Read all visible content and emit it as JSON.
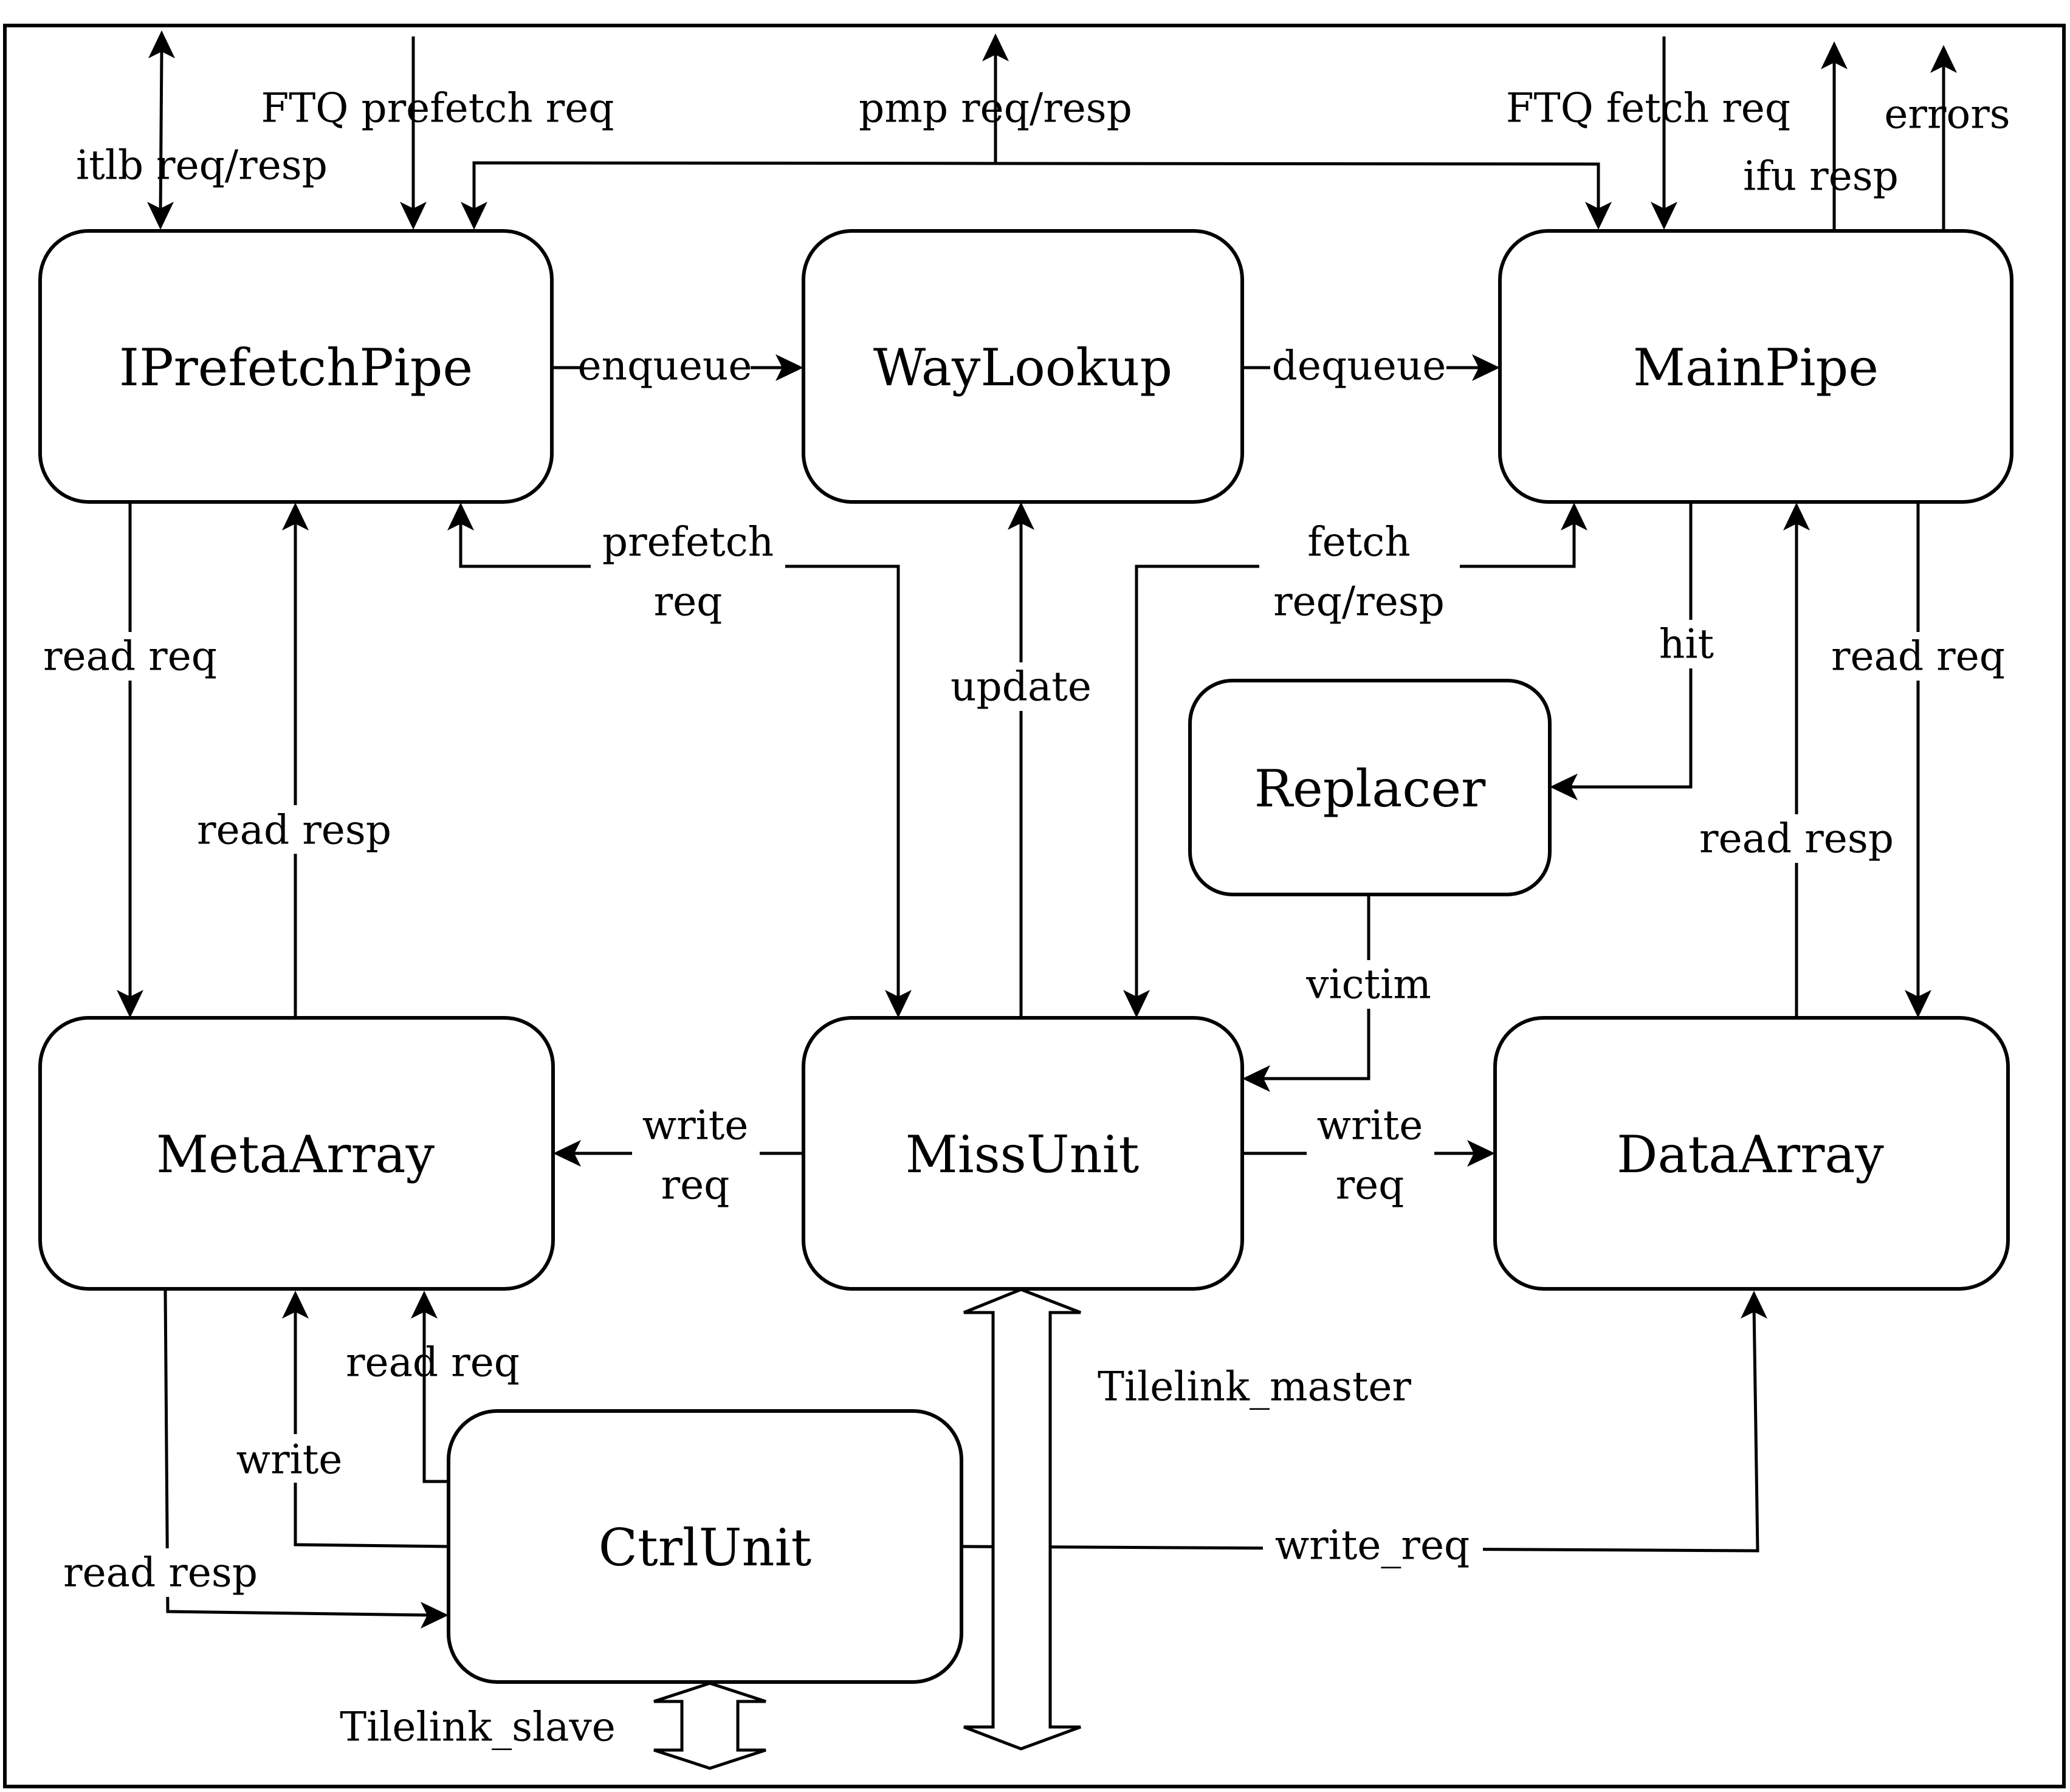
{
  "colors": {
    "stroke": "#000000",
    "background": "#ffffff"
  },
  "blocks": {
    "iprefetch": "IPrefetchPipe",
    "waylookup": "WayLookup",
    "mainpipe": "MainPipe",
    "replacer": "Replacer",
    "metaarray": "MetaArray",
    "missunit": "MissUnit",
    "dataarray": "DataArray",
    "ctrlunit": "CtrlUnit"
  },
  "signals": {
    "itlb": "itlb req/resp",
    "ftq_prefetch": "FTQ prefetch req",
    "pmp": "pmp req/resp",
    "ftq_fetch": "FTQ fetch req",
    "ifu_resp": "ifu resp",
    "errors": "errors",
    "enqueue": "enqueue",
    "dequeue": "dequeue",
    "prefetch_req_1": "prefetch",
    "prefetch_req_2": "req",
    "fetch_req_1": "fetch",
    "fetch_req_2": "req/resp",
    "update": "update",
    "hit": "hit",
    "left_read_req": "read req",
    "left_read_resp": "read resp",
    "right_read_req": "read req",
    "right_read_resp": "read resp",
    "victim": "victim",
    "meta_write_1": "write",
    "meta_write_2": "req",
    "data_write_1": "write",
    "data_write_2": "req",
    "ctrl_read_req": "read req",
    "ctrl_write": "write",
    "ctrl_read_resp": "read resp",
    "ctrl_write_req": "write_req",
    "tilelink_master": "Tilelink_master",
    "tilelink_slave": "Tilelink_slave"
  }
}
